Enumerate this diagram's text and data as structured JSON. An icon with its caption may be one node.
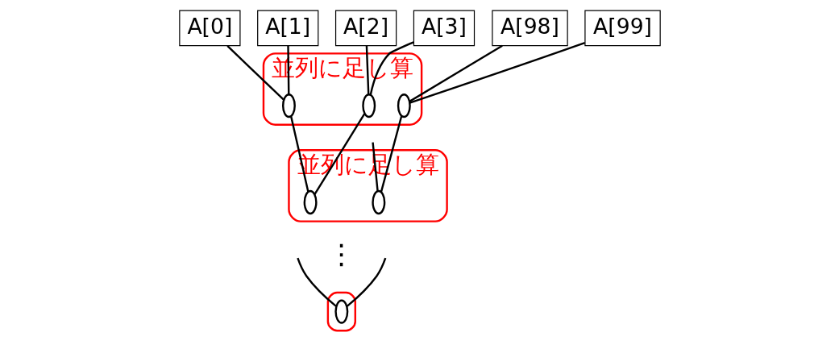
{
  "diagram": {
    "nodes": [
      {
        "text": [
          "A[0]"
        ]
      },
      {
        "text": [
          "A[1]"
        ]
      },
      {
        "text": [
          "A[2]"
        ]
      },
      {
        "text": [
          "A[3]"
        ]
      },
      {
        "text": [
          "A[98]"
        ]
      },
      {
        "text": [
          "A[99]"
        ]
      },
      {
        "text": [
          "並列に足し算"
        ]
      },
      {
        "text": [],
        "shape": "ellipse",
        "in": 6
      },
      {
        "text": [],
        "shape": "ellipse",
        "in": 6
      },
      {
        "text": [],
        "shape": "ellipse",
        "in": 6
      },
      {
        "text": [
          "並列に足し算"
        ]
      },
      {
        "text": [],
        "shape": "ellipse",
        "in": 10
      },
      {
        "text": [],
        "shape": "ellipse",
        "in": 10
      },
      {
        "text": [],
        "shape": "box"
      },
      {
        "text": [],
        "shape": "ellipse",
        "in": 13
      }
    ],
    "edges": [
      {
        "from": 0,
        "to": 7,
        "arrow": "none"
      },
      {
        "from": 1,
        "to": 7,
        "arrow": "none"
      },
      {
        "from": 2,
        "to": 8,
        "arrow": "none"
      },
      {
        "from": 3,
        "to": 8,
        "arrow": "none"
      },
      {
        "from": 4,
        "to": 9,
        "arrow": "none"
      },
      {
        "from": 5,
        "to": 9,
        "arrow": "none"
      },
      {
        "from": 7,
        "to": 11,
        "arrow": "none"
      },
      {
        "from": 8,
        "to": 11,
        "arrow": "none"
      },
      {
        "from": null,
        "to": 12,
        "arrow": "none"
      },
      {
        "from": 9,
        "to": 12,
        "arrow": "none"
      },
      {
        "from": null,
        "to": 14,
        "arrow": "none"
      },
      {
        "from": null,
        "to": 14,
        "arrow": "none"
      }
    ],
    "labels": [
      "⋮"
    ]
  }
}
